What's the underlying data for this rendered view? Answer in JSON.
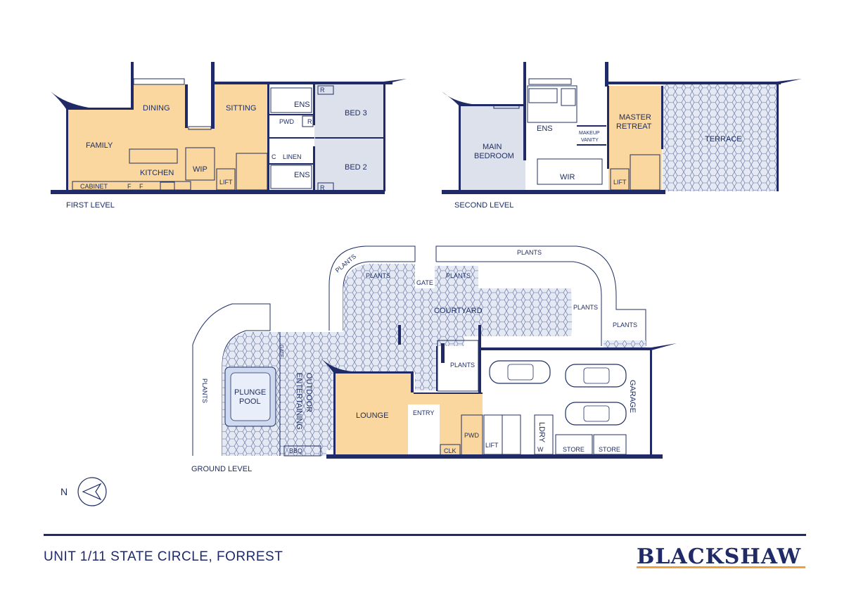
{
  "colors": {
    "wall": "#1f2a66",
    "living": "#f9d79f",
    "bedroom": "#dde1ec",
    "paving": "#e4e9f4",
    "text": "#1f2f63",
    "accent": "#f2a13a"
  },
  "levels": {
    "first": "FIRST LEVEL",
    "second": "SECOND LEVEL",
    "ground": "GROUND LEVEL"
  },
  "first_level_rooms": {
    "dining": "DINING",
    "sitting": "SITTING",
    "family": "FAMILY",
    "kitchen": "KITCHEN",
    "wip": "WIP",
    "ens_top": "ENS",
    "pwd": "PWD",
    "r1": "R",
    "bed3": "BED 3",
    "c": "C",
    "linen": "LINEN",
    "ens_bottom": "ENS",
    "r2": "R",
    "r3": "R",
    "bed2": "BED 2",
    "lift": "LIFT",
    "cabinet": "CABINET",
    "f1": "F",
    "f2": "F"
  },
  "second_level_rooms": {
    "main_bedroom_1": "MAIN",
    "main_bedroom_2": "BEDROOM",
    "ens": "ENS",
    "makeup_1": "MAKEUP",
    "makeup_2": "VANITY",
    "wir": "WIR",
    "master_1": "MASTER",
    "master_2": "RETREAT",
    "terrace": "TERRACE",
    "lift": "LIFT"
  },
  "ground_level_rooms": {
    "plants_top": "PLANTS",
    "plants_diag": "PLANTS",
    "plants_a": "PLANTS",
    "plants_b": "PLANTS",
    "gate_top": "GATE",
    "courtyard": "COURTYARD",
    "plants_right": "PLANTS",
    "plants_far": "PLANTS",
    "plants_left": "PLANTS",
    "gate_side": "GATE",
    "plunge_1": "PLUNGE",
    "plunge_2": "POOL",
    "outdoor_1": "OUTDOOR",
    "outdoor_2": "ENTERTAINING",
    "bbq": "BBQ",
    "lounge": "LOUNGE",
    "entry": "ENTRY",
    "plants_entry": "PLANTS",
    "pwd": "PWD",
    "clk": "CLK",
    "lift": "LIFT",
    "ldry": "LDRY",
    "w": "W",
    "store1": "STORE",
    "store2": "STORE",
    "garage": "GARAGE"
  },
  "north_label": "N",
  "footer": {
    "address": "UNIT 1/11 STATE CIRCLE, FORREST",
    "brand": "BLACKSHAW"
  }
}
